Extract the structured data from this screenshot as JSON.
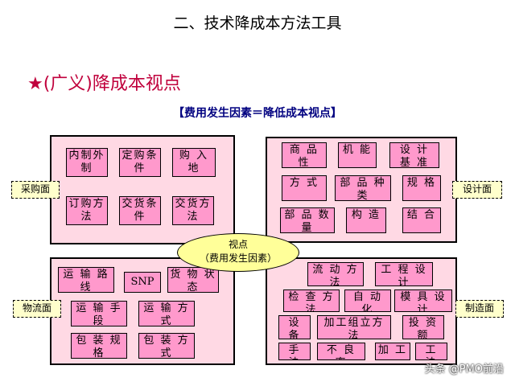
{
  "page_title": "二、技术降成本方法工具",
  "section_title": "★(广义)降成本视点",
  "formula": "【费用发生因素＝降低成本视点】",
  "center": {
    "line1": "视点",
    "line2": "（费用发生因素）"
  },
  "tags": {
    "purchase": "采购面",
    "design": "设计面",
    "logistics": "物流面",
    "manufacturing": "制造面"
  },
  "purchase_items": [
    "内制外制",
    "定购条件",
    "购 入 地",
    "订购方法",
    "交货条件",
    "交货方法"
  ],
  "design_items": [
    "商 品 性",
    "机 能",
    "设 计 基 准",
    "方 式",
    "部 品 种 类",
    "规 格",
    "部 品 数 量",
    "构 造",
    "结 合"
  ],
  "logistics_items": [
    "运 输 路 线",
    "SNP",
    "货 物 状 态",
    "运 输 手 段",
    "运 输 方 式",
    "包 装 规 格",
    "包 装 方 式"
  ],
  "manufacturing_items": [
    "流 动 方 法",
    "工 程 设 计",
    "检 查 方 法",
    "自 动 化",
    "模 具 设 计",
    "设 备",
    "加工组立方法",
    "投 资 额",
    "手 法",
    "不 良 率",
    "加 工",
    "工 法"
  ],
  "watermark": "头条 @PMO前沿"
}
